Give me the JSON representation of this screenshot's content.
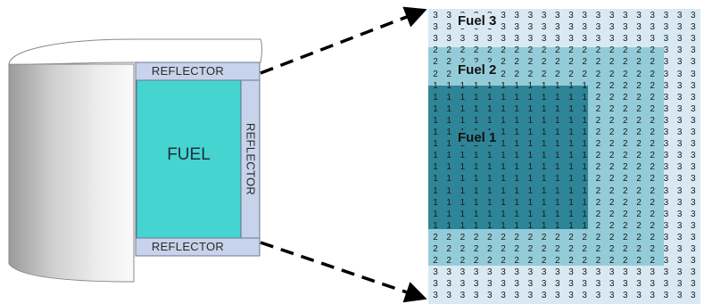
{
  "vessel": {
    "fuel_label": "FUEL",
    "reflector_top_label": "REFLECTOR",
    "reflector_bottom_label": "REFLECTOR",
    "reflector_side_label": "REFLECTOR"
  },
  "zone_grid": {
    "fuel1_label": "Fuel 1",
    "fuel2_label": "Fuel 2",
    "fuel3_label": "Fuel 3",
    "rows": [
      "33333333333333333333",
      "33333333333333333333",
      "33333333333333333333",
      "22222222222222222333",
      "22222222222222222333",
      "22222222222222222333",
      "11111111111122222333",
      "11111111111122222333",
      "11111111111122222333",
      "11111111111122222333",
      "11111111111122222333",
      "11111111111122222333",
      "11111111111122222333",
      "11111111111122222333",
      "11111111111122222333",
      "11111111111122222333",
      "11111111111122222333",
      "11111111111122222333",
      "11111111111122222333",
      "22222222222222222333",
      "22222222222222222333",
      "22222222222222222333",
      "33333333333333333333",
      "33333333333333333333",
      "33333333333333333333"
    ]
  },
  "colors": {
    "fuel": "#45d4d0",
    "reflector": "#c7d3ea",
    "zone1": "#2e8597",
    "zone2": "#93ccd8",
    "zone3": "#d9e9f3"
  }
}
